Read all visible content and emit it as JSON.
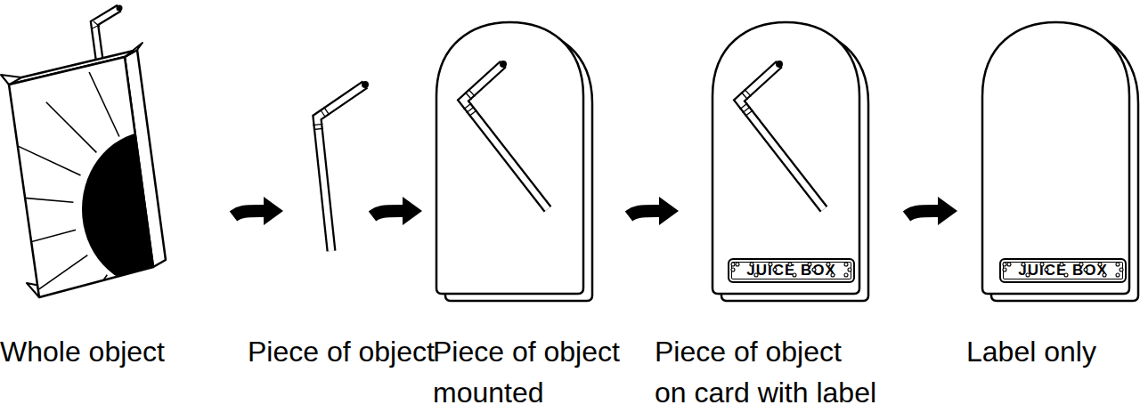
{
  "diagram": {
    "nodes": [
      {
        "text": [
          "Whole object"
        ]
      },
      {
        "text": [
          "Piece of object"
        ]
      },
      {
        "text": [
          "Piece of object mounted"
        ]
      },
      {
        "text": [
          "Piece of object on card with label"
        ]
      },
      {
        "text": [
          "JUICE BOX"
        ],
        "in": 3
      },
      {
        "text": [
          "Label only"
        ]
      },
      {
        "text": [
          "JUICE BOX"
        ],
        "in": 5
      }
    ],
    "edges": [
      {
        "from": 0,
        "to": 1,
        "arrow": "to"
      },
      {
        "from": 1,
        "to": 2,
        "arrow": "to"
      },
      {
        "from": 2,
        "to": 3,
        "arrow": "to"
      },
      {
        "from": 3,
        "to": 5,
        "arrow": "to"
      }
    ]
  }
}
